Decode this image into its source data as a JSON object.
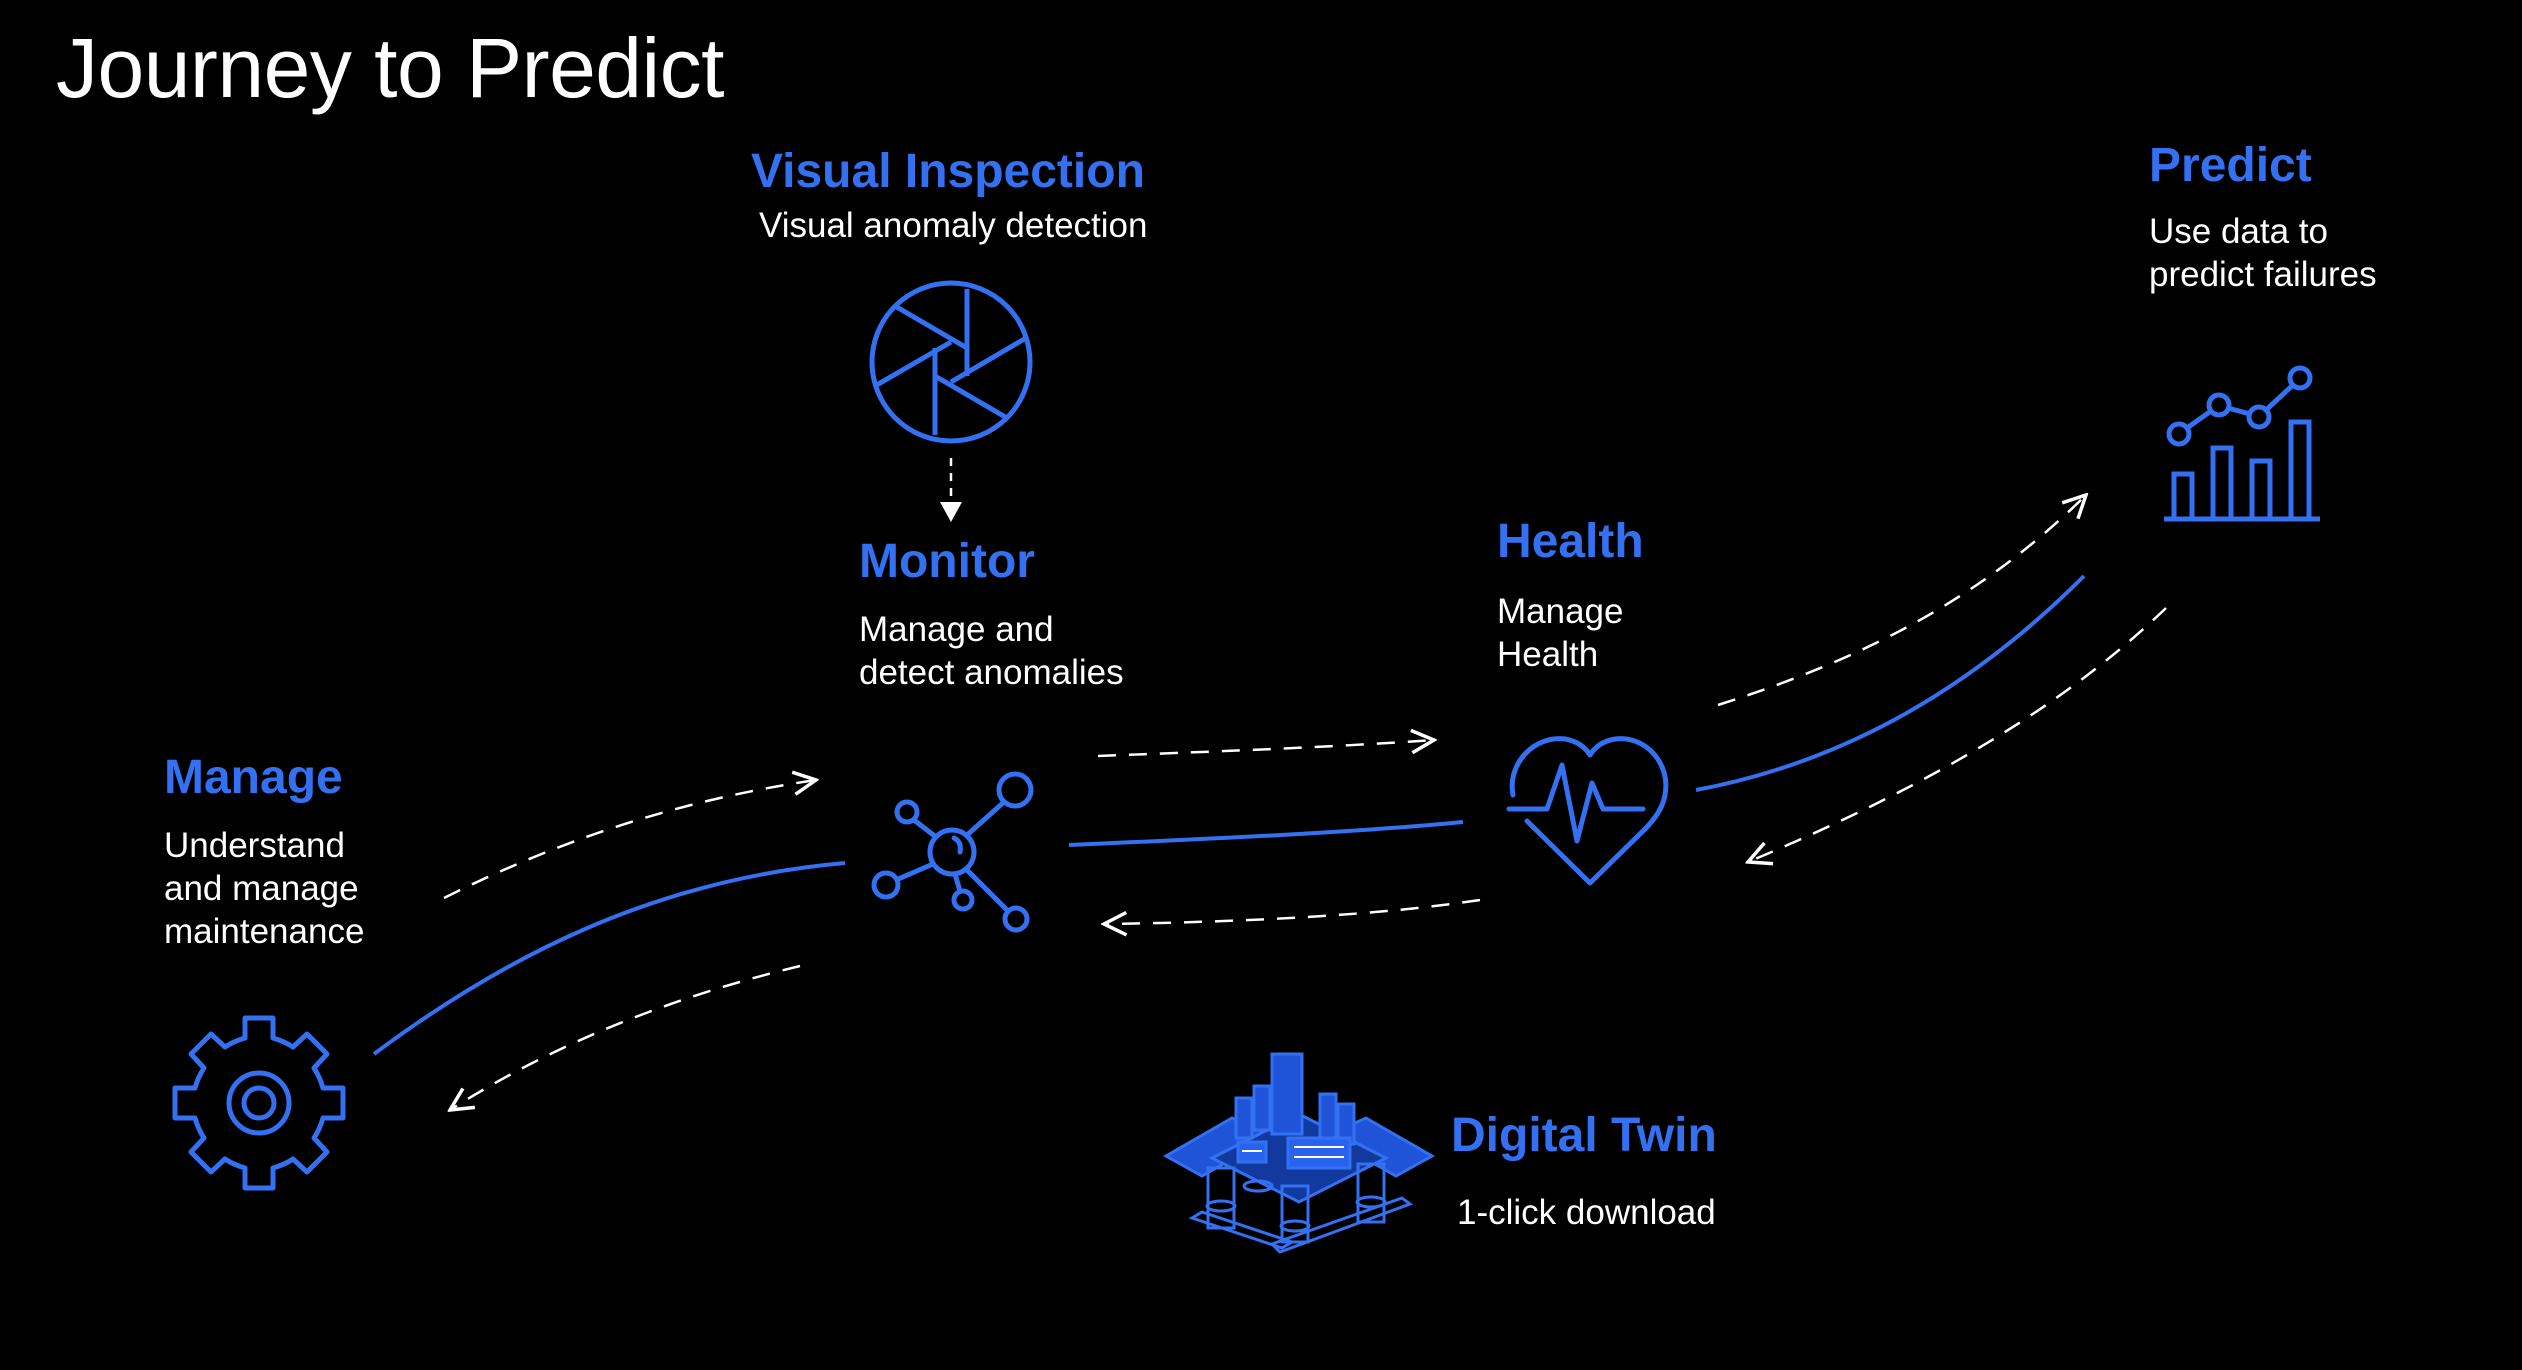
{
  "title": "Journey to Predict",
  "colors": {
    "background": "#000000",
    "accent": "#3371f2",
    "text": "#ffffff",
    "dashed_arrow": "#ffffff"
  },
  "nodes": {
    "visual_inspection": {
      "title": "Visual Inspection",
      "description": "Visual anomaly detection",
      "icon": "camera-aperture-icon"
    },
    "monitor": {
      "title": "Monitor",
      "description_lines": [
        "Manage and",
        "detect anomalies"
      ],
      "icon": "network-nodes-icon"
    },
    "health": {
      "title": "Health",
      "description_lines": [
        "Manage",
        "Health"
      ],
      "icon": "heart-pulse-icon"
    },
    "predict": {
      "title": "Predict",
      "description_lines": [
        "Use data to",
        "predict failures"
      ],
      "icon": "bar-line-chart-icon"
    },
    "manage": {
      "title": "Manage",
      "description_lines": [
        "Understand",
        "and manage",
        "maintenance"
      ],
      "icon": "gear-icon"
    },
    "digital_twin": {
      "title": "Digital Twin",
      "description": "1-click download",
      "icon": "offshore-platform-wireframe-icon"
    }
  },
  "connections": [
    {
      "from": "visual_inspection",
      "to": "monitor",
      "style": "dashed-arrow"
    },
    {
      "from": "manage",
      "to": "monitor",
      "style": "dashed-arrow"
    },
    {
      "from": "monitor",
      "to": "manage",
      "style": "dashed-arrow"
    },
    {
      "from": "manage",
      "to": "monitor",
      "style": "solid-blue-line"
    },
    {
      "from": "monitor",
      "to": "health",
      "style": "dashed-arrow"
    },
    {
      "from": "health",
      "to": "monitor",
      "style": "dashed-arrow"
    },
    {
      "from": "monitor",
      "to": "health",
      "style": "solid-blue-line"
    },
    {
      "from": "health",
      "to": "predict",
      "style": "dashed-arrow"
    },
    {
      "from": "predict",
      "to": "health",
      "style": "dashed-arrow"
    },
    {
      "from": "health",
      "to": "predict",
      "style": "solid-blue-line"
    }
  ]
}
